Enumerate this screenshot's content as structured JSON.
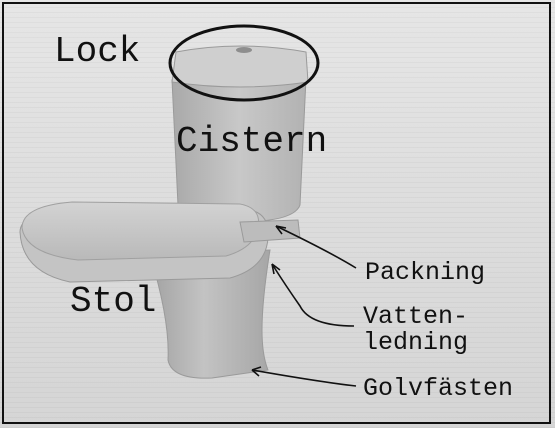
{
  "labels": {
    "lock": "Lock",
    "cistern": "Cistern",
    "stol": "Stol",
    "packning": "Packning",
    "vattenledning_line1": "Vatten-",
    "vattenledning_line2": "ledning",
    "golvfasten": "Golvfästen"
  },
  "illustration": {
    "subject": "toilet-illustration",
    "highlight": "lock-circle"
  },
  "colors": {
    "background": "#d9d9d9",
    "porcelain": "#bdbdbd",
    "ink": "#111111"
  }
}
